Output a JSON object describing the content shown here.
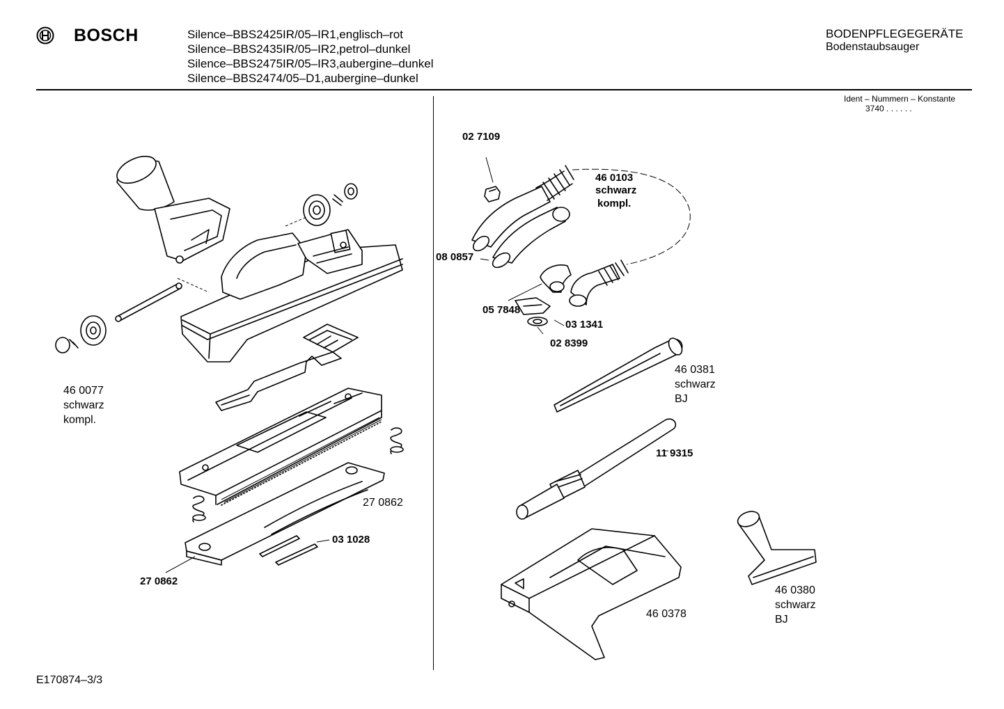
{
  "header": {
    "brand": "BOSCH",
    "models": [
      "Silence–BBS2425IR/05–IR1,englisch–rot",
      "Silence–BBS2435IR/05–IR2,petrol–dunkel",
      "Silence–BBS2475IR/05–IR3,aubergine–dunkel",
      "Silence–BBS2474/05–D1,aubergine–dunkel"
    ],
    "category": "BODENPFLEGEGERÄTE",
    "subcategory": "Bodenstaubsauger",
    "ident_label": "Ident – Nummern – Konstante",
    "ident_value": "3740  . .   . . . ."
  },
  "left_labels": {
    "nozzle_complete": [
      "46 0077",
      "schwarz",
      "kompl."
    ],
    "plate_upper": "27 0862",
    "plate_lower": "27 0862",
    "strip": "03 1028"
  },
  "right_labels": {
    "clip": "02 7109",
    "hose": [
      "46 0103",
      "schwarz",
      "kompl."
    ],
    "handle": "08 0857",
    "connector": "05 7848",
    "latch": "03 1341",
    "washer": "02 8399",
    "crevice_tool": [
      "46 0381",
      "schwarz",
      "BJ"
    ],
    "tube": "11 9315",
    "upholstery_tool": [
      "46 0380",
      "schwarz",
      "BJ"
    ],
    "bag_holder": "46 0378"
  },
  "footer": {
    "drawing_no": "E170874–3/3"
  }
}
